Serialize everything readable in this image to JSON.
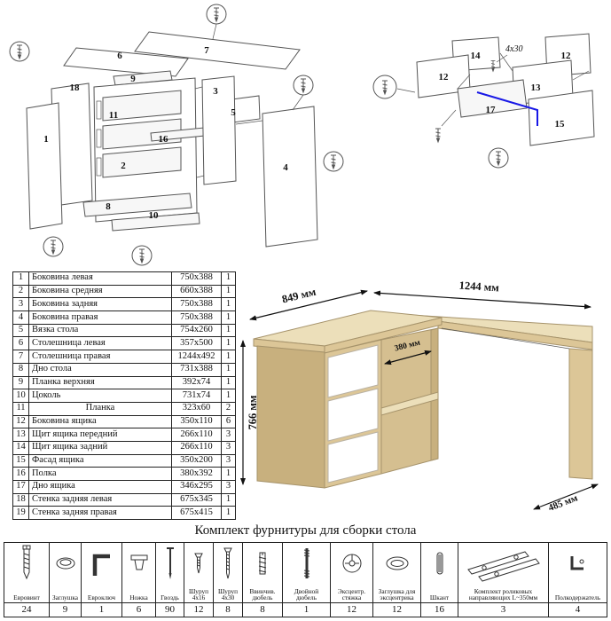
{
  "colors": {
    "line": "#555555",
    "highlight_blue": "#1818e6",
    "wood_light": "#ecdfba",
    "wood": "#dcc697",
    "wood_dark": "#c8b07e",
    "niche": "#d5bf90"
  },
  "diagram_left": {
    "labels": [
      "7",
      "6",
      "9",
      "18",
      "1",
      "11",
      "2",
      "16",
      "5",
      "3",
      "4",
      "8",
      "10"
    ]
  },
  "diagram_right": {
    "labels": [
      "14",
      "12",
      "12",
      "13",
      "17",
      "15"
    ],
    "screw_note": "4x30"
  },
  "desk": {
    "dim_return": "849 мм",
    "dim_width": "1244 мм",
    "dim_height": "766 мм",
    "dim_niche": "380 мм",
    "dim_depth": "485 мм"
  },
  "parts": {
    "rows": [
      [
        "1",
        "Боковина левая",
        "750x388",
        "1"
      ],
      [
        "2",
        "Боковина средняя",
        "660x388",
        "1"
      ],
      [
        "3",
        "Боковина задняя",
        "750x388",
        "1"
      ],
      [
        "4",
        "Боковина правая",
        "750x388",
        "1"
      ],
      [
        "5",
        "Вязка стола",
        "754x260",
        "1"
      ],
      [
        "6",
        "Столешница левая",
        "357x500",
        "1"
      ],
      [
        "7",
        "Столешница правая",
        "1244x492",
        "1"
      ],
      [
        "8",
        "Дно стола",
        "731x388",
        "1"
      ],
      [
        "9",
        "Планка верхняя",
        "392x74",
        "1"
      ],
      [
        "10",
        "Цоколь",
        "731x74",
        "1"
      ],
      [
        "11",
        "Планка",
        "323x60",
        "2"
      ],
      [
        "12",
        "Боковина ящика",
        "350x110",
        "6"
      ],
      [
        "13",
        "Щит ящика передний",
        "266x110",
        "3"
      ],
      [
        "14",
        "Щит ящика задний",
        "266x110",
        "3"
      ],
      [
        "15",
        "Фасад ящика",
        "350x200",
        "3"
      ],
      [
        "16",
        "Полка",
        "380x392",
        "1"
      ],
      [
        "17",
        "Дно ящика",
        "346x295",
        "3"
      ],
      [
        "18",
        "Стенка задняя левая",
        "675x345",
        "1"
      ],
      [
        "19",
        "Стенка задняя правая",
        "675x415",
        "1"
      ]
    ]
  },
  "hardware": {
    "title": "Комплект фурнитуры для сборки стола",
    "items": [
      {
        "name": "Евровинт",
        "qty": "24"
      },
      {
        "name": "Заглушка",
        "qty": "9"
      },
      {
        "name": "Евроключ",
        "qty": "1"
      },
      {
        "name": "Ножка",
        "qty": "6"
      },
      {
        "name": "Гвоздь",
        "qty": "90"
      },
      {
        "name": "Шуруп 4x16",
        "qty": "12"
      },
      {
        "name": "Шуруп 4x30",
        "qty": "8"
      },
      {
        "name": "Ввинчив. дюбель",
        "qty": "8"
      },
      {
        "name": "Двойной дюбель",
        "qty": "1"
      },
      {
        "name": "Эксцентр. стяжка",
        "qty": "12"
      },
      {
        "name": "Заглушка для эксцентрика",
        "qty": "12"
      },
      {
        "name": "Шкант",
        "qty": "16"
      },
      {
        "name": "Комплект роликовых направляющих L~350мм",
        "qty": "3"
      },
      {
        "name": "Полкодержатель",
        "qty": "4"
      }
    ]
  }
}
